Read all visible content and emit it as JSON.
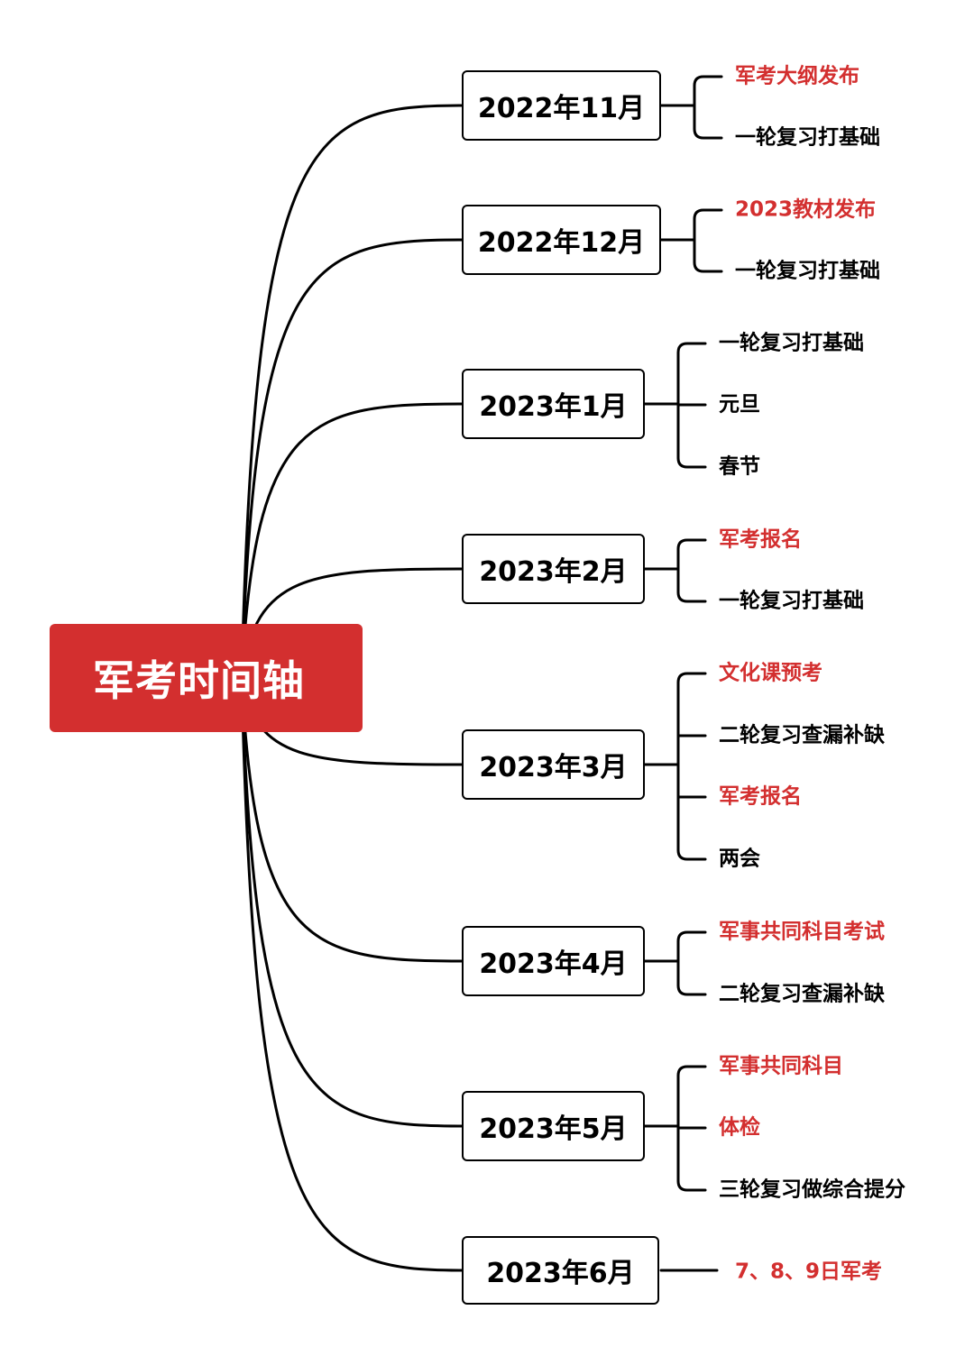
{
  "title": "军考时间轴",
  "colors": {
    "accent": "#d32f2f",
    "highlight_text": "#d32f2f",
    "normal_text": "#000000",
    "line": "#000000"
  },
  "months": [
    {
      "label": "2022年11月",
      "events": [
        {
          "text": "军考大纲发布",
          "highlight": true
        },
        {
          "text": "一轮复习打基础",
          "highlight": false
        }
      ]
    },
    {
      "label": "2022年12月",
      "events": [
        {
          "text": "2023教材发布",
          "highlight": true
        },
        {
          "text": "一轮复习打基础",
          "highlight": false
        }
      ]
    },
    {
      "label": "2023年1月",
      "events": [
        {
          "text": "一轮复习打基础",
          "highlight": false
        },
        {
          "text": "元旦",
          "highlight": false
        },
        {
          "text": "春节",
          "highlight": false
        }
      ]
    },
    {
      "label": "2023年2月",
      "events": [
        {
          "text": "军考报名",
          "highlight": true
        },
        {
          "text": "一轮复习打基础",
          "highlight": false
        }
      ]
    },
    {
      "label": "2023年3月",
      "events": [
        {
          "text": "文化课预考",
          "highlight": true
        },
        {
          "text": "二轮复习查漏补缺",
          "highlight": false
        },
        {
          "text": "军考报名",
          "highlight": true
        },
        {
          "text": "两会",
          "highlight": false
        }
      ]
    },
    {
      "label": "2023年4月",
      "events": [
        {
          "text": "军事共同科目考试",
          "highlight": true
        },
        {
          "text": "二轮复习查漏补缺",
          "highlight": false
        }
      ]
    },
    {
      "label": "2023年5月",
      "events": [
        {
          "text": "军事共同科目",
          "highlight": true
        },
        {
          "text": "体检",
          "highlight": true
        },
        {
          "text": "三轮复习做综合提分",
          "highlight": false
        }
      ]
    },
    {
      "label": "2023年6月",
      "events": [
        {
          "text": "7、8、9日军考",
          "highlight": true
        }
      ]
    }
  ]
}
